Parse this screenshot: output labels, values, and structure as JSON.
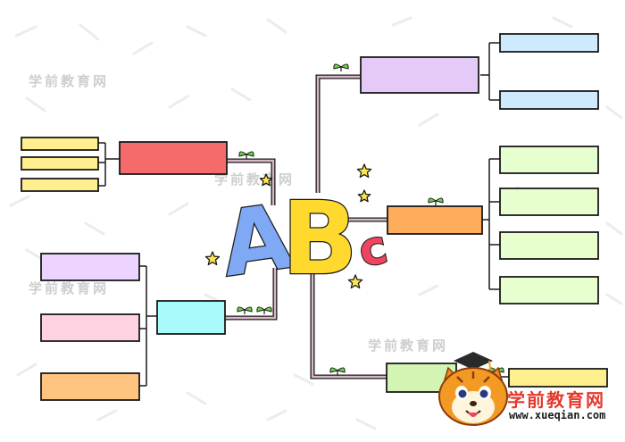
{
  "title_letters": {
    "a": "A",
    "b": "B",
    "c": "c"
  },
  "watermark_text": "学前教育网",
  "brand": {
    "name": "学前教育网",
    "url": "www.xueqian.com"
  },
  "colors": {
    "line": "#d8b8c6",
    "stroke": "#1a1a1a",
    "letter_a": "#7fa8f5",
    "letter_b": "#ffd92e",
    "letter_c": "#f0455f",
    "star": "#ffe74a",
    "sprout": "#6fd14a",
    "branch_top_right": "#e5c9f7",
    "branch_mid_right": "#ffad5c",
    "branch_bottom_right": "#d3f4b3",
    "branch_top_left": "#f56a6a",
    "branch_bottom_left": "#a9fbfb",
    "leaf_blue": "#cdeaff",
    "leaf_green": "#e7ffcf",
    "leaf_yellow": "#ffef8f",
    "leaf_purple": "#edd3ff",
    "leaf_pink": "#ffd3e1",
    "leaf_orange": "#ffc580"
  },
  "branches": [
    {
      "id": "top-right",
      "color_key": "branch_top_right",
      "leaves": [
        "leaf_blue",
        "leaf_blue"
      ]
    },
    {
      "id": "mid-right",
      "color_key": "branch_mid_right",
      "leaves": [
        "leaf_green",
        "leaf_green",
        "leaf_green",
        "leaf_green"
      ]
    },
    {
      "id": "bottom-right",
      "color_key": "branch_bottom_right",
      "leaves": [
        "leaf_yellow"
      ]
    },
    {
      "id": "top-left",
      "color_key": "branch_top_left",
      "leaves": [
        "leaf_yellow",
        "leaf_yellow",
        "leaf_yellow"
      ]
    },
    {
      "id": "bottom-left",
      "color_key": "branch_bottom_left",
      "leaves": [
        "leaf_purple",
        "leaf_pink",
        "leaf_orange"
      ]
    }
  ]
}
